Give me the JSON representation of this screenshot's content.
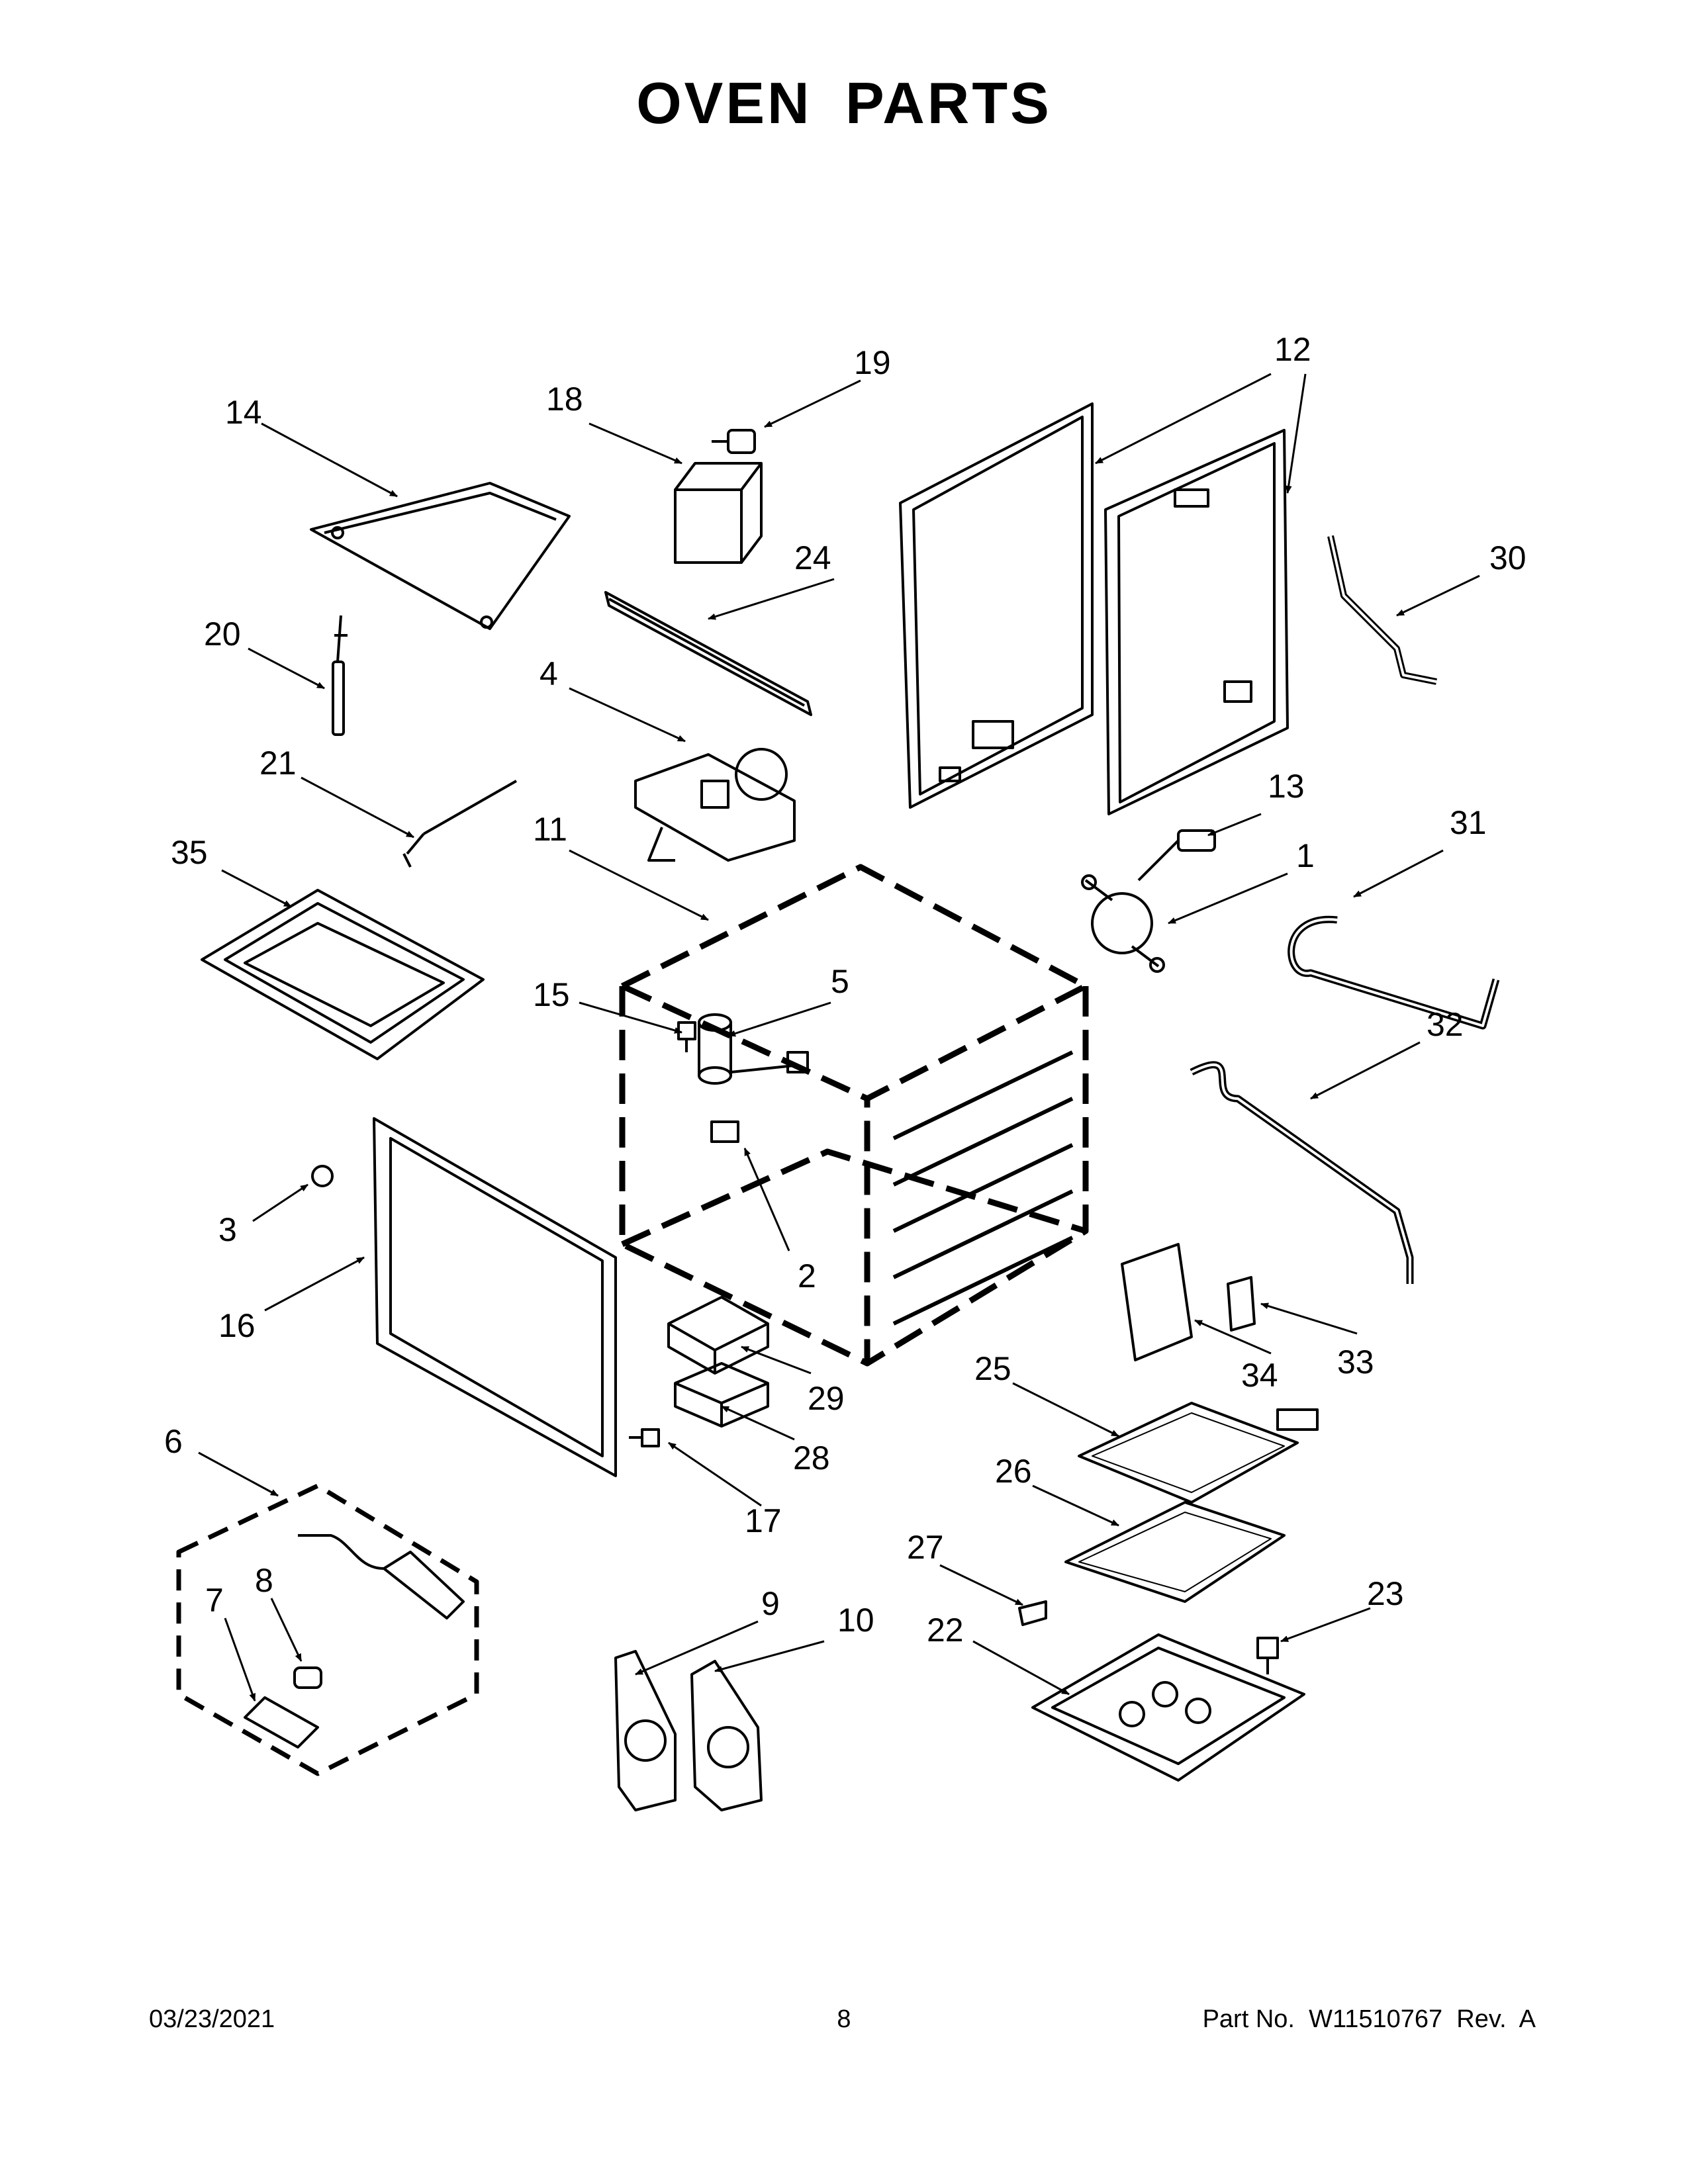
{
  "title": "OVEN PARTS",
  "footer": {
    "date": "03/23/2021",
    "page": "8",
    "part_number": "Part No.  W11510767  Rev.  A"
  },
  "callouts": [
    "1",
    "2",
    "3",
    "4",
    "5",
    "6",
    "7",
    "8",
    "9",
    "10",
    "11",
    "12",
    "13",
    "14",
    "15",
    "16",
    "17",
    "18",
    "19",
    "20",
    "21",
    "22",
    "23",
    "24",
    "25",
    "26",
    "27",
    "28",
    "29",
    "30",
    "31",
    "32",
    "33",
    "34",
    "35"
  ]
}
